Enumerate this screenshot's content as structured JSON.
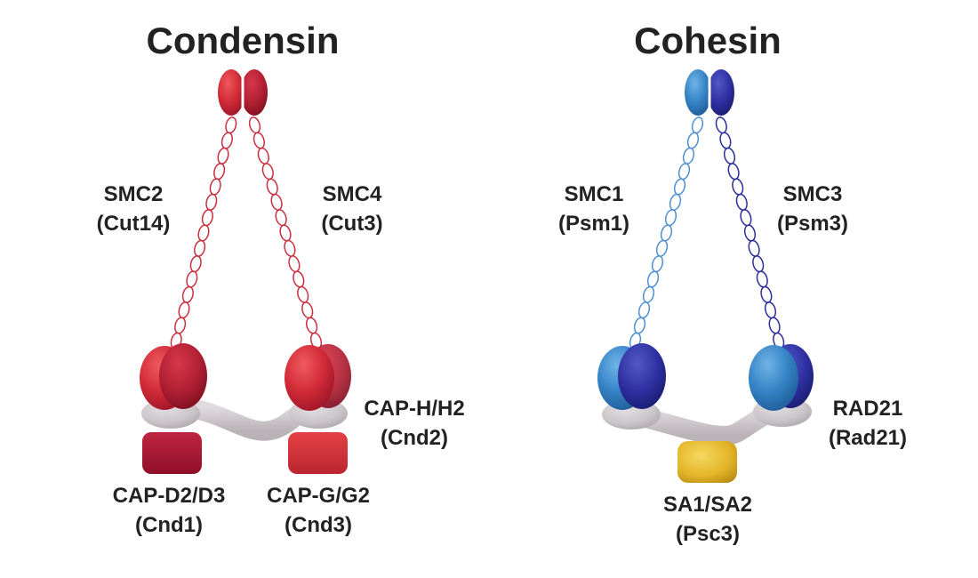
{
  "condensin": {
    "title": "Condensin",
    "left_arm": {
      "line1": "SMC2",
      "line2": "(Cut14)"
    },
    "right_arm": {
      "line1": "SMC4",
      "line2": "(Cut3)"
    },
    "kleisin": {
      "line1": "CAP-H/H2",
      "line2": "(Cnd2)"
    },
    "left_subunit": {
      "line1": "CAP-D2/D3",
      "line2": "(Cnd1)"
    },
    "right_subunit": {
      "line1": "CAP-G/G2",
      "line2": "(Cnd3)"
    },
    "colors": {
      "primary": "#cf2a38",
      "secondary": "#a3182b",
      "arm": "#c8303e",
      "subunit_dark": "#a8152f",
      "subunit_light": "#d83539"
    }
  },
  "cohesin": {
    "title": "Cohesin",
    "left_arm": {
      "line1": "SMC1",
      "line2": "(Psm1)"
    },
    "right_arm": {
      "line1": "SMC3",
      "line2": "(Psm3)"
    },
    "kleisin": {
      "line1": "RAD21",
      "line2": "(Rad21)"
    },
    "subunit": {
      "line1": "SA1/SA2",
      "line2": "(Psc3)"
    },
    "colors": {
      "primary": "#2e7fc2",
      "secondary": "#2b2f9e",
      "arm_left": "#4d8fd0",
      "arm_right": "#2c2f9a",
      "subunit": "#e8bd2c"
    }
  },
  "kleisin_color": "#cbc6ca"
}
